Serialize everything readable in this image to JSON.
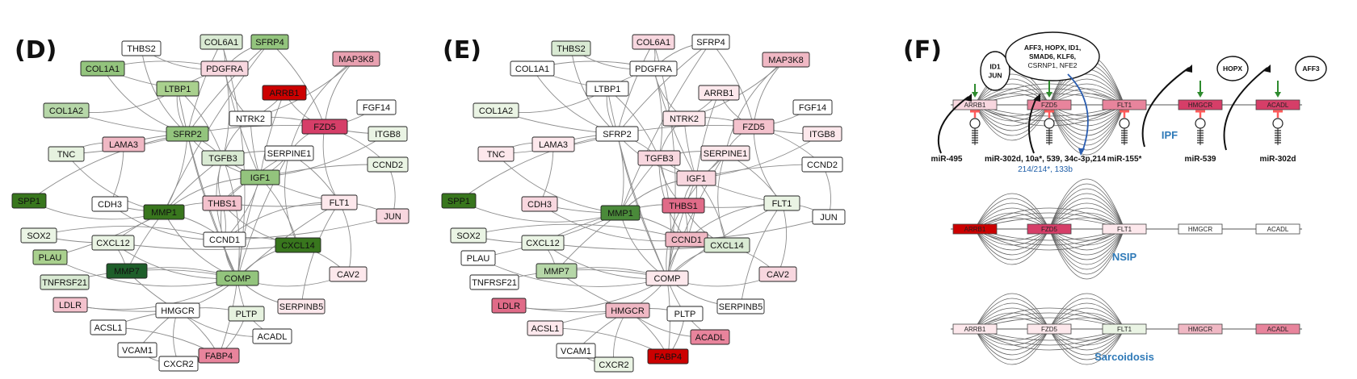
{
  "panels": {
    "D": {
      "label": "(D)",
      "nodes": [
        {
          "id": "THBS2",
          "label": "THBS2",
          "color": "#ffffff"
        },
        {
          "id": "COL6A1",
          "label": "COL6A1",
          "color": "#d9ead3"
        },
        {
          "id": "SFRP4",
          "label": "SFRP4",
          "color": "#93c47d"
        },
        {
          "id": "MAP3K8",
          "label": "MAP3K8",
          "color": "#e8a0b0"
        },
        {
          "id": "COL1A1",
          "label": "COL1A1",
          "color": "#93c47d"
        },
        {
          "id": "PDGFRA",
          "label": "PDGFRA",
          "color": "#f8d7df"
        },
        {
          "id": "LTBP1",
          "label": "LTBP1",
          "color": "#a9d08e"
        },
        {
          "id": "ARRB1",
          "label": "ARRB1",
          "color": "#cc0000"
        },
        {
          "id": "COL1A2",
          "label": "COL1A2",
          "color": "#b6d7a8"
        },
        {
          "id": "NTRK2",
          "label": "NTRK2",
          "color": "#ffffff"
        },
        {
          "id": "FGF14",
          "label": "FGF14",
          "color": "#ffffff"
        },
        {
          "id": "FZD5",
          "label": "FZD5",
          "color": "#d63e68"
        },
        {
          "id": "SFRP2",
          "label": "SFRP2",
          "color": "#93c47d"
        },
        {
          "id": "ITGB8",
          "label": "ITGB8",
          "color": "#eaf4e4"
        },
        {
          "id": "LAMA3",
          "label": "LAMA3",
          "color": "#f0b8c4"
        },
        {
          "id": "TNC",
          "label": "TNC",
          "color": "#e6f2df"
        },
        {
          "id": "TGFB3",
          "label": "TGFB3",
          "color": "#d9ead3"
        },
        {
          "id": "SERPINE1",
          "label": "SERPINE1",
          "color": "#ffffff"
        },
        {
          "id": "CCND2",
          "label": "CCND2",
          "color": "#eaf4e4"
        },
        {
          "id": "IGF1",
          "label": "IGF1",
          "color": "#93c47d"
        },
        {
          "id": "SPP1",
          "label": "SPP1",
          "color": "#38761d"
        },
        {
          "id": "CDH3",
          "label": "CDH3",
          "color": "#ffffff"
        },
        {
          "id": "MMP1",
          "label": "MMP1",
          "color": "#38761d"
        },
        {
          "id": "THBS1",
          "label": "THBS1",
          "color": "#f4c2cd"
        },
        {
          "id": "FLT1",
          "label": "FLT1",
          "color": "#fde8ec"
        },
        {
          "id": "JUN",
          "label": "JUN",
          "color": "#f8d7df"
        },
        {
          "id": "SOX2",
          "label": "SOX2",
          "color": "#eaf4e4"
        },
        {
          "id": "CXCL12",
          "label": "CXCL12",
          "color": "#eaf4e4"
        },
        {
          "id": "CCND1",
          "label": "CCND1",
          "color": "#ffffff"
        },
        {
          "id": "CXCL14",
          "label": "CXCL14",
          "color": "#38761d"
        },
        {
          "id": "PLAU",
          "label": "PLAU",
          "color": "#a9d08e"
        },
        {
          "id": "MMP7",
          "label": "MMP7",
          "color": "#1e5e2a"
        },
        {
          "id": "COMP",
          "label": "COMP",
          "color": "#93c47d"
        },
        {
          "id": "CAV2",
          "label": "CAV2",
          "color": "#fde8ec"
        },
        {
          "id": "TNFRSF21",
          "label": "TNFRSF21",
          "color": "#d9ead3"
        },
        {
          "id": "LDLR",
          "label": "LDLR",
          "color": "#f4c2cd"
        },
        {
          "id": "HMGCR",
          "label": "HMGCR",
          "color": "#ffffff"
        },
        {
          "id": "PLTP",
          "label": "PLTP",
          "color": "#e6f2df"
        },
        {
          "id": "SERPINB5",
          "label": "SERPINB5",
          "color": "#fde8ec"
        },
        {
          "id": "ACSL1",
          "label": "ACSL1",
          "color": "#ffffff"
        },
        {
          "id": "ACADL",
          "label": "ACADL",
          "color": "#ffffff"
        },
        {
          "id": "VCAM1",
          "label": "VCAM1",
          "color": "#ffffff"
        },
        {
          "id": "FABP4",
          "label": "FABP4",
          "color": "#e8849c"
        },
        {
          "id": "CXCR2",
          "label": "CXCR2",
          "color": "#ffffff"
        }
      ]
    },
    "E": {
      "label": "(E)",
      "nodes": [
        {
          "id": "THBS2",
          "label": "THBS2",
          "color": "#d9ead3"
        },
        {
          "id": "COL6A1",
          "label": "COL6A1",
          "color": "#f8d7df"
        },
        {
          "id": "SFRP4",
          "label": "SFRP4",
          "color": "#ffffff"
        },
        {
          "id": "MAP3K8",
          "label": "MAP3K8",
          "color": "#f0b8c4"
        },
        {
          "id": "COL1A1",
          "label": "COL1A1",
          "color": "#ffffff"
        },
        {
          "id": "PDGFRA",
          "label": "PDGFRA",
          "color": "#ffffff"
        },
        {
          "id": "LTBP1",
          "label": "LTBP1",
          "color": "#ffffff"
        },
        {
          "id": "ARRB1",
          "label": "ARRB1",
          "color": "#fde8ec"
        },
        {
          "id": "COL1A2",
          "label": "COL1A2",
          "color": "#eaf4e4"
        },
        {
          "id": "NTRK2",
          "label": "NTRK2",
          "color": "#fde8ec"
        },
        {
          "id": "FGF14",
          "label": "FGF14",
          "color": "#ffffff"
        },
        {
          "id": "FZD5",
          "label": "FZD5",
          "color": "#f4c2cd"
        },
        {
          "id": "SFRP2",
          "label": "SFRP2",
          "color": "#ffffff"
        },
        {
          "id": "ITGB8",
          "label": "ITGB8",
          "color": "#fde8ec"
        },
        {
          "id": "LAMA3",
          "label": "LAMA3",
          "color": "#fde8ec"
        },
        {
          "id": "TNC",
          "label": "TNC",
          "color": "#fde8ec"
        },
        {
          "id": "TGFB3",
          "label": "TGFB3",
          "color": "#f8d7df"
        },
        {
          "id": "SERPINE1",
          "label": "SERPINE1",
          "color": "#fde8ec"
        },
        {
          "id": "CCND2",
          "label": "CCND2",
          "color": "#ffffff"
        },
        {
          "id": "IGF1",
          "label": "IGF1",
          "color": "#f8d7df"
        },
        {
          "id": "SPP1",
          "label": "SPP1",
          "color": "#38761d"
        },
        {
          "id": "CDH3",
          "label": "CDH3",
          "color": "#f8d7df"
        },
        {
          "id": "MMP1",
          "label": "MMP1",
          "color": "#4a8a3a"
        },
        {
          "id": "THBS1",
          "label": "THBS1",
          "color": "#e06b88"
        },
        {
          "id": "FLT1",
          "label": "FLT1",
          "color": "#eaf4e4"
        },
        {
          "id": "JUN",
          "label": "JUN",
          "color": "#ffffff"
        },
        {
          "id": "SOX2",
          "label": "SOX2",
          "color": "#eaf4e4"
        },
        {
          "id": "CXCL12",
          "label": "CXCL12",
          "color": "#eaf4e4"
        },
        {
          "id": "CCND1",
          "label": "CCND1",
          "color": "#f0b8c4"
        },
        {
          "id": "CXCL14",
          "label": "CXCL14",
          "color": "#d9ead3"
        },
        {
          "id": "PLAU",
          "label": "PLAU",
          "color": "#ffffff"
        },
        {
          "id": "MMP7",
          "label": "MMP7",
          "color": "#b6d7a8"
        },
        {
          "id": "COMP",
          "label": "COMP",
          "color": "#fde8ec"
        },
        {
          "id": "CAV2",
          "label": "CAV2",
          "color": "#f8d7df"
        },
        {
          "id": "TNFRSF21",
          "label": "TNFRSF21",
          "color": "#ffffff"
        },
        {
          "id": "LDLR",
          "label": "LDLR",
          "color": "#e06b88"
        },
        {
          "id": "HMGCR",
          "label": "HMGCR",
          "color": "#f0b8c4"
        },
        {
          "id": "PLTP",
          "label": "PLTP",
          "color": "#ffffff"
        },
        {
          "id": "SERPINB5",
          "label": "SERPINB5",
          "color": "#ffffff"
        },
        {
          "id": "ACSL1",
          "label": "ACSL1",
          "color": "#fde8ec"
        },
        {
          "id": "ACADL",
          "label": "ACADL",
          "color": "#e8849c"
        },
        {
          "id": "VCAM1",
          "label": "VCAM1",
          "color": "#ffffff"
        },
        {
          "id": "FABP4",
          "label": "FABP4",
          "color": "#cc0000"
        },
        {
          "id": "CXCR2",
          "label": "CXCR2",
          "color": "#eaf4e4"
        }
      ]
    },
    "F": {
      "label": "(F)",
      "ipf": {
        "condition": "IPF",
        "genes": [
          {
            "id": "ARRB1",
            "label": "ARRB1",
            "color": "#f8d7df"
          },
          {
            "id": "FZD5",
            "label": "FZD5",
            "color": "#e8849c"
          },
          {
            "id": "FLT1",
            "label": "FLT1",
            "color": "#e8849c"
          },
          {
            "id": "HMGCR",
            "label": "HMGCR",
            "color": "#d63e68"
          },
          {
            "id": "ACADL",
            "label": "ACADL",
            "color": "#d63e68"
          }
        ],
        "tfs": [
          {
            "id": "tf_idjun",
            "lines": [
              "ID1",
              "JUN"
            ]
          },
          {
            "id": "tf_big",
            "lines": [
              "AFF3, HOPX, ID1,",
              "SMAD6, KLF6,"
            ],
            "blue_line": "CSRNP1, NFE2"
          },
          {
            "id": "tf_hopx",
            "lines": [
              "HOPX"
            ]
          },
          {
            "id": "tf_aff3",
            "lines": [
              "AFF3"
            ]
          }
        ],
        "mirnas": [
          {
            "id": "mir495",
            "label": "miR-495"
          },
          {
            "id": "mir302",
            "label": "miR-302d, 10a*, 539, 34c-3p,214",
            "blue": "214/214*, 133b"
          },
          {
            "id": "mir155",
            "label": "miR-155*"
          },
          {
            "id": "mir539",
            "label": "miR-539"
          },
          {
            "id": "mir302d",
            "label": "miR-302d"
          }
        ]
      },
      "nsip": {
        "condition": "NSIP",
        "genes": [
          {
            "id": "ARRB1",
            "label": "ARRB1",
            "color": "#cc0000"
          },
          {
            "id": "FZD5",
            "label": "FZD5",
            "color": "#d63e68"
          },
          {
            "id": "FLT1",
            "label": "FLT1",
            "color": "#fde8ec"
          },
          {
            "id": "HMGCR",
            "label": "HMGCR",
            "color": "#ffffff"
          },
          {
            "id": "ACADL",
            "label": "ACADL",
            "color": "#ffffff"
          }
        ]
      },
      "sarcoidosis": {
        "condition": "Sarcoidosis",
        "genes": [
          {
            "id": "ARRB1",
            "label": "ARRB1",
            "color": "#fde8ec"
          },
          {
            "id": "FZD5",
            "label": "FZD5",
            "color": "#fde8ec"
          },
          {
            "id": "FLT1",
            "label": "FLT1",
            "color": "#eaf4e4"
          },
          {
            "id": "HMGCR",
            "label": "HMGCR",
            "color": "#f0b8c4"
          },
          {
            "id": "ACADL",
            "label": "ACADL",
            "color": "#e8849c"
          }
        ]
      }
    }
  }
}
